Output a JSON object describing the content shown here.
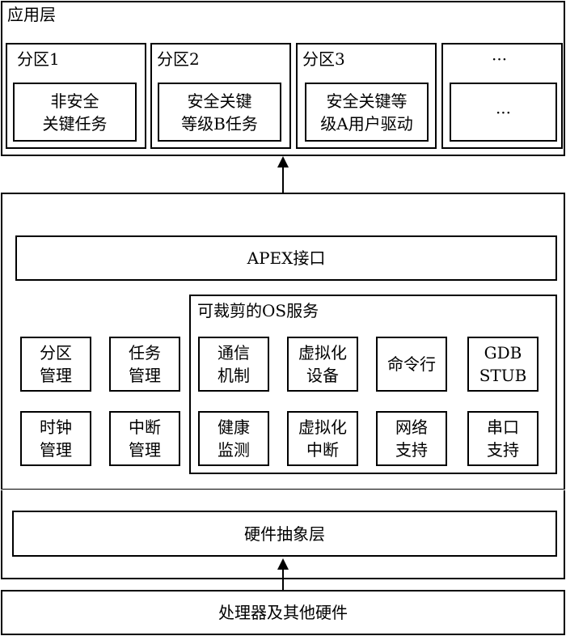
{
  "app_layer": {
    "title": "应用层",
    "partitions": [
      {
        "label": "分区1",
        "inner": "非安全\n关键任务"
      },
      {
        "label": "分区2",
        "inner": "安全关键\n等级B任务"
      },
      {
        "label": "分区3",
        "inner": "安全关键等\n级A用户驱动"
      },
      {
        "label": "···",
        "inner": "···"
      }
    ]
  },
  "os_layer": {
    "apex": "APEX接口",
    "managers": [
      "分区\n管理",
      "任务\n管理",
      "时钟\n管理",
      "中断\n管理"
    ],
    "services": {
      "title": "可裁剪的OS服务",
      "items": [
        "通信\n机制",
        "虚拟化\n设备",
        "命令行",
        "GDB\nSTUB",
        "健康\n监测",
        "虚拟化\n中断",
        "网络\n支持",
        "串口\n支持"
      ]
    },
    "hal": "硬件抽象层"
  },
  "hardware": "处理器及其他硬件"
}
